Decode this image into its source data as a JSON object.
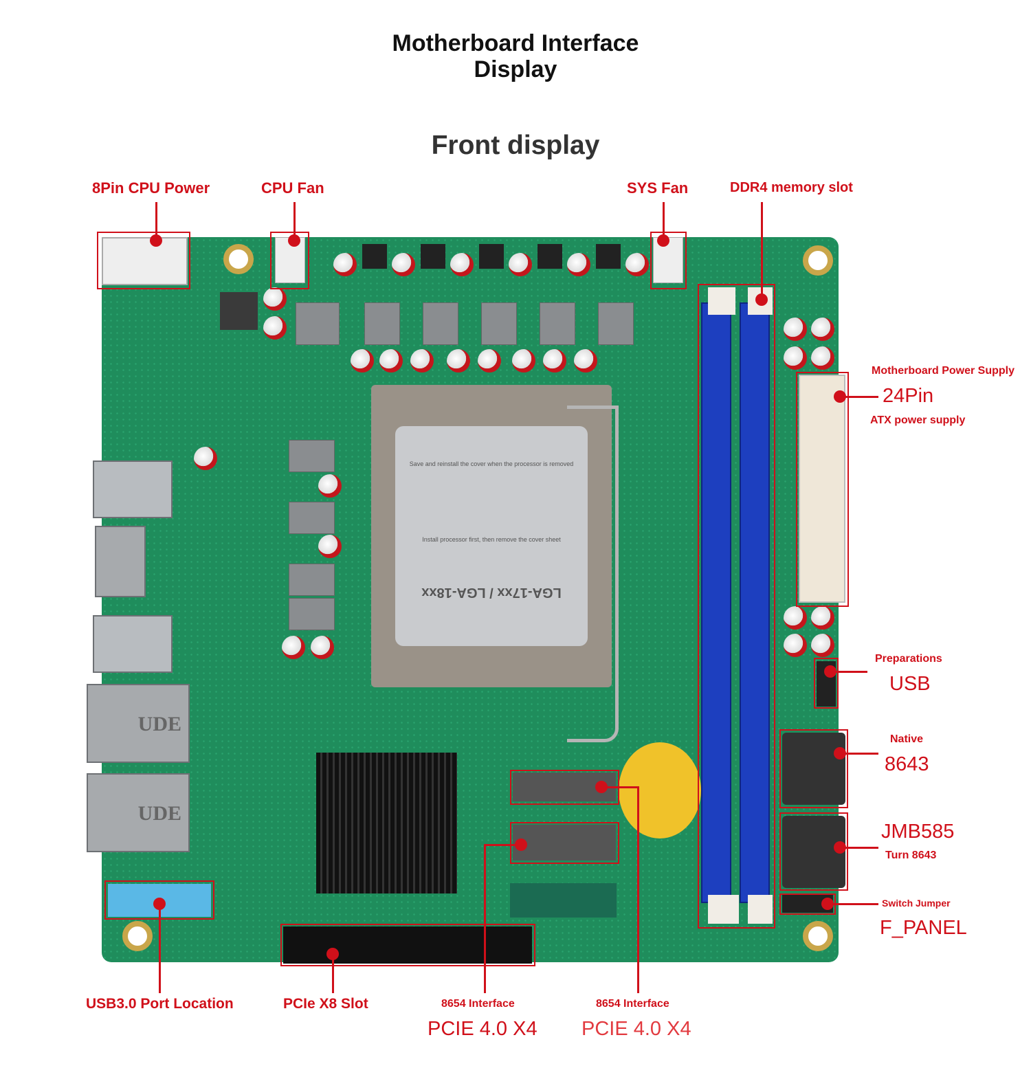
{
  "header": {
    "title_line1": "Motherboard Interface",
    "title_line2": "Display",
    "subtitle": "Front display"
  },
  "callouts": {
    "cpu_power": "8Pin CPU Power",
    "cpu_fan": "CPU Fan",
    "sys_fan": "SYS Fan",
    "ddr4": "DDR4 memory slot",
    "atx_top": "Motherboard Power Supply",
    "atx_main": "24Pin",
    "atx_bottom": "ATX power supply",
    "usb_top": "Preparations",
    "usb_main": "USB",
    "native_top": "Native",
    "native_main": "8643",
    "jmb_main": "JMB585",
    "jmb_bottom": "Turn 8643",
    "fpanel_top": "Switch Jumper",
    "fpanel_main": "F_PANEL",
    "usb30": "USB3.0 Port Location",
    "pcie_x8": "PCIe X8 Slot",
    "slot1_top": "8654 Interface",
    "slot1_main": "PCIE 4.0 X4",
    "slot2_top": "8654 Interface",
    "slot2_main": "PCIE 4.0 X4"
  },
  "board_text": {
    "socket": "LGA-17xx / LGA-18xx",
    "cover_note1": "Save and reinstall the cover when the processor is removed",
    "cover_note2": "Install processor first, then remove the cover sheet",
    "lan": "UDE"
  },
  "colors": {
    "callout": "#d0101a",
    "pcb": "#1f8d5c",
    "dimm": "#1d3fbf"
  }
}
